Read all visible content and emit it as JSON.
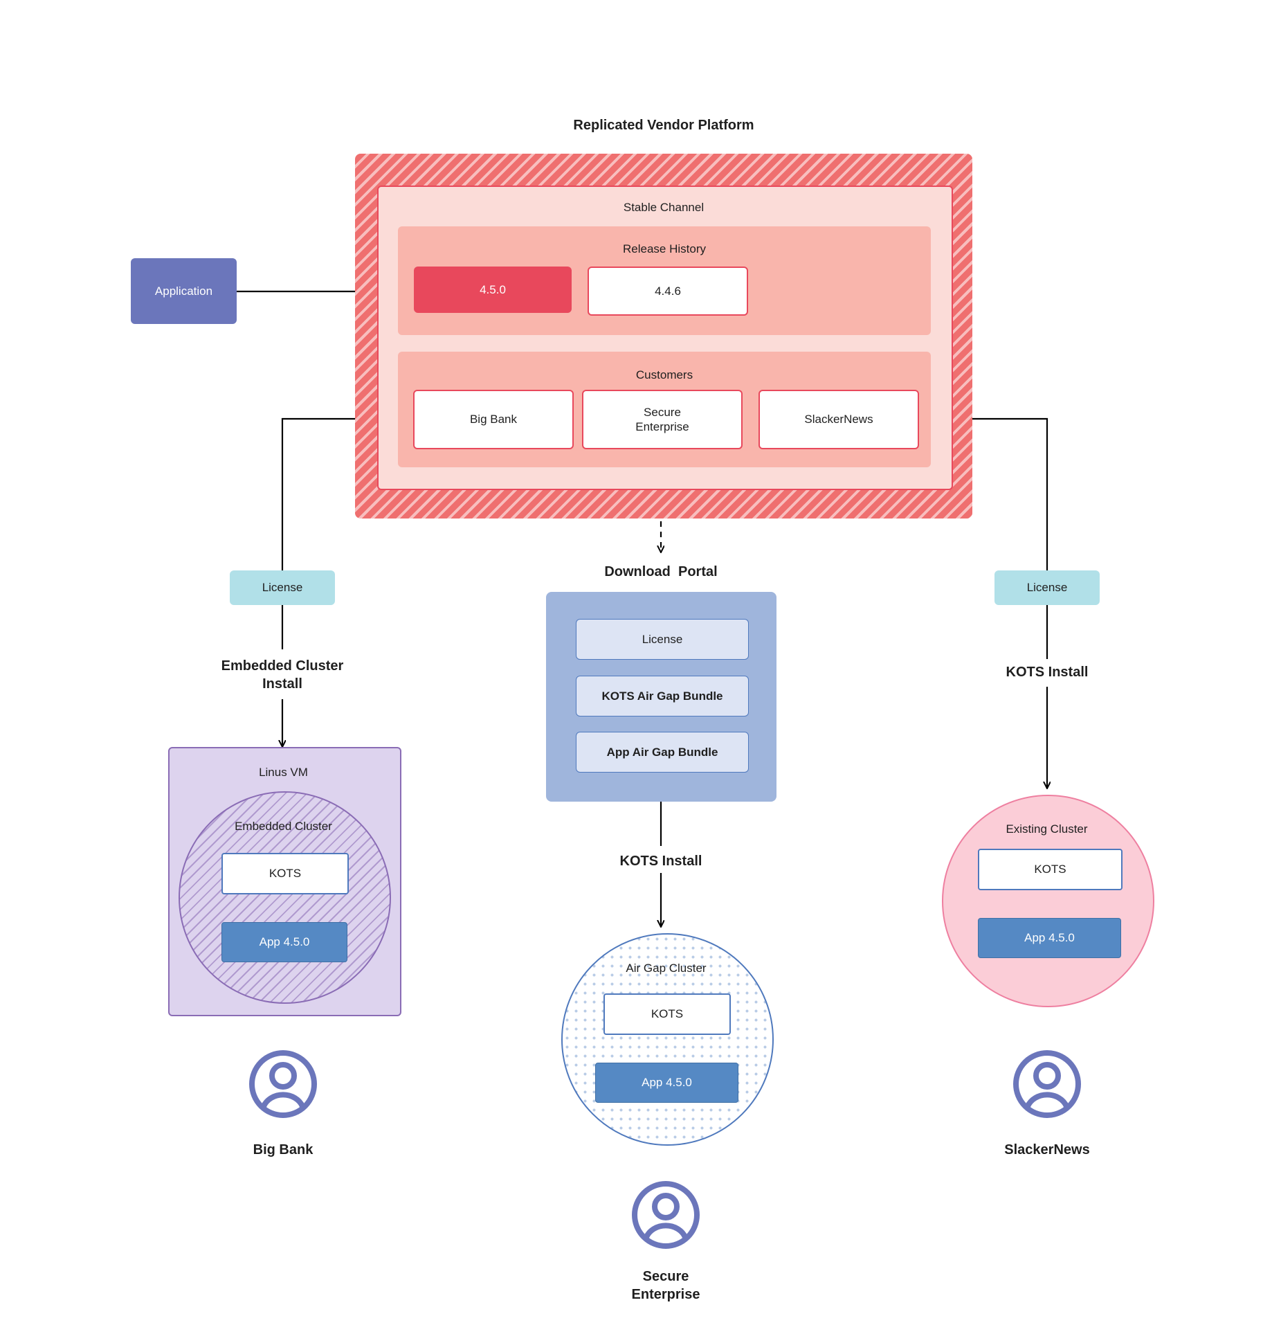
{
  "diagram": {
    "title": "Replicated Vendor Platform",
    "application": {
      "label": "Application"
    },
    "channel": {
      "title": "Stable Channel",
      "release_history": {
        "title": "Release History",
        "releases": [
          {
            "version": "4.5.0",
            "state": "current"
          },
          {
            "version": "4.4.6",
            "state": "previous"
          }
        ]
      },
      "customers": {
        "title": "Customers",
        "items": [
          {
            "name": "Big Bank"
          },
          {
            "name": "Secure\nEnterprise"
          },
          {
            "name": "SlackerNews"
          }
        ]
      }
    },
    "branches": {
      "left": {
        "license_label": "License",
        "install_label": "Embedded Cluster\nInstall",
        "host": {
          "title": "Linus VM",
          "cluster_title": "Embedded Cluster",
          "kots_label": "KOTS",
          "app_label": "App 4.5.0"
        },
        "actor": "Big Bank"
      },
      "middle": {
        "portal_title": "Download  Portal",
        "portal_items": [
          {
            "label": "License"
          },
          {
            "label": "KOTS Air Gap Bundle"
          },
          {
            "label": "App Air Gap Bundle"
          }
        ],
        "install_label": "KOTS Install",
        "host": {
          "cluster_title": "Air Gap Cluster",
          "kots_label": "KOTS",
          "app_label": "App 4.5.0"
        },
        "actor": "Secure\nEnterprise"
      },
      "right": {
        "license_label": "License",
        "install_label": "KOTS Install",
        "host": {
          "cluster_title": "Existing Cluster",
          "kots_label": "KOTS",
          "app_label": "App 4.5.0"
        },
        "actor": "SlackerNews"
      }
    },
    "colors": {
      "vendor_platform_hatch": "#ef6f6f",
      "channel_fill": "#fbdcd8",
      "subsection_fill": "#f9b5ac",
      "accent_red": "#e8485c",
      "application_purple": "#6b76bb",
      "license_teal": "#b1e0e8",
      "portal_blue": "#9fb5dc",
      "portal_item_blue": "#dde4f4",
      "vm_purple": "#ddd3ee",
      "vm_border_purple": "#8a6cb5",
      "cluster_blue": "#4f79bd",
      "app_blue": "#5589c4",
      "existing_cluster_pink": "#fbcdd7",
      "existing_cluster_border": "#ee7fa0",
      "avatar_purple": "#6b76bb",
      "connector_black": "#000000"
    }
  }
}
